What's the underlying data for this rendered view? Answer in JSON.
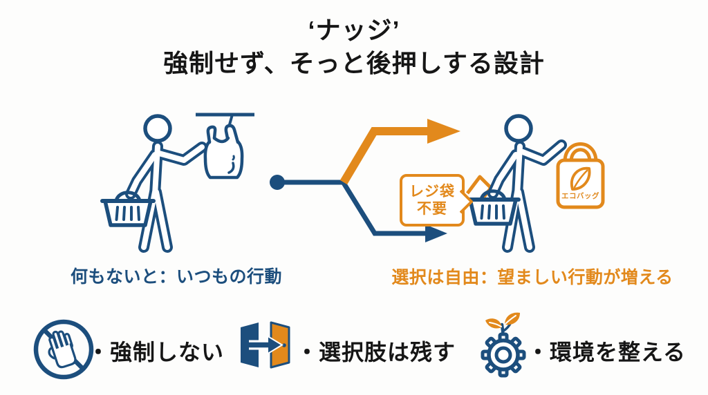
{
  "title": {
    "line1": "‘ナッジ’",
    "line2": "強制せず、そっと後押しする設計"
  },
  "flow": {
    "left_caption": "何もないと：いつもの行動",
    "right_caption": "選択は自由：望ましい行動が増える",
    "speech_bubble": {
      "line1": "レジ袋",
      "line2": "不要"
    },
    "eco_bag_label": "エコバッグ"
  },
  "principles": [
    {
      "icon": "no-touch-hand-icon",
      "label": "・強制しない"
    },
    {
      "icon": "open-doors-arrow-icon",
      "label": "・選択肢は残す"
    },
    {
      "icon": "gear-sprout-icon",
      "label": "・環境を整える"
    }
  ],
  "colors": {
    "blue": "#1c4e7d",
    "orange": "#e2891c",
    "text_black": "#161616",
    "background": "#fdfdfc"
  }
}
